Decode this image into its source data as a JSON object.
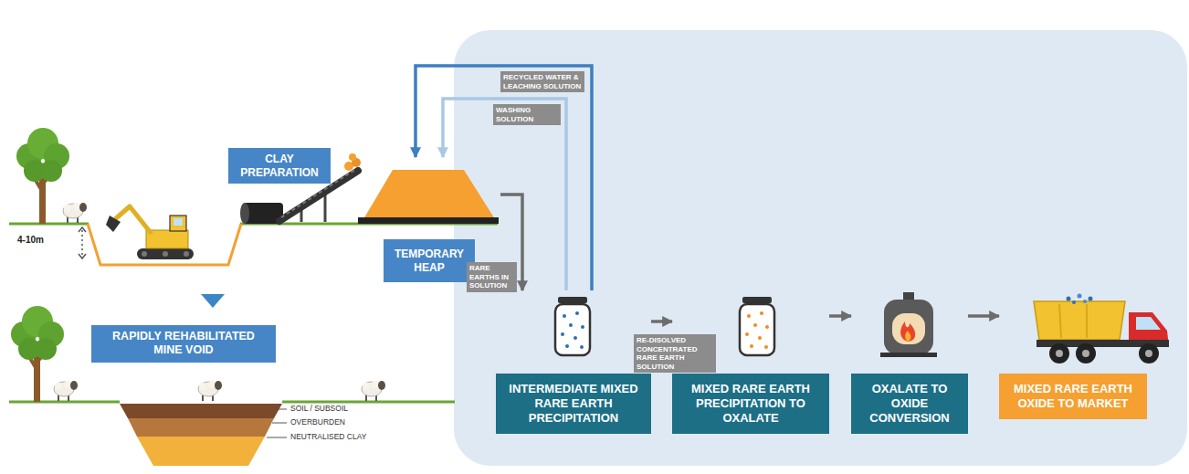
{
  "diagram": {
    "nodes": [
      {
        "text": [
          "CLAY PREPARATION"
        ]
      },
      {
        "text": [
          "TEMPORARY HEAP"
        ]
      },
      {
        "text": [
          "RAPIDLY REHABILITATED MINE VOID"
        ]
      },
      {
        "text": [
          "INTERMEDIATE MIXED RARE EARTH PRECIPITATION"
        ]
      },
      {
        "text": [
          "MIXED RARE EARTH PRECIPITATION TO OXALATE"
        ]
      },
      {
        "text": [
          "OXALATE TO OXIDE CONVERSION"
        ]
      },
      {
        "text": [
          "MIXED RARE EARTH OXIDE TO MARKET"
        ]
      }
    ],
    "edges": [
      {
        "from": 1,
        "to": 3,
        "arrow": "to",
        "label": "RARE EARTHS IN SOLUTION"
      },
      {
        "from": 3,
        "to": 1,
        "arrow": "to",
        "label": "RECYCLED WATER & LEACHING SOLUTION"
      },
      {
        "from": 3,
        "to": 1,
        "arrow": "to",
        "label": "WASHING SOLUTION"
      },
      {
        "from": 3,
        "to": 4,
        "arrow": "to",
        "label": "RE-DISOLVED CONCENTRATED RARE EARTH SOLUTION"
      },
      {
        "from": 4,
        "to": 5,
        "arrow": "to"
      },
      {
        "from": 5,
        "to": 6,
        "arrow": "to"
      }
    ],
    "labels": [
      "4-10m",
      "SOIL / SUBSOIL",
      "OVERBURDEN",
      "NEUTRALISED CLAY"
    ]
  }
}
